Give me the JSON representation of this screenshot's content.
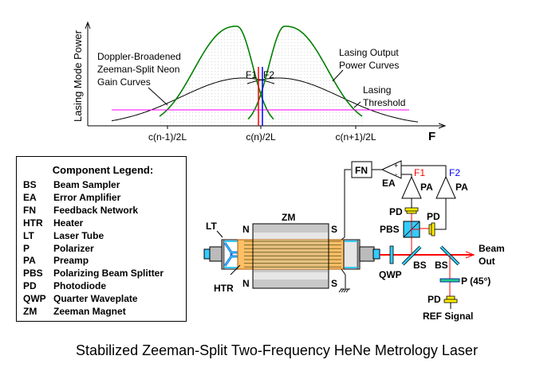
{
  "chart_data": {
    "type": "line",
    "title": "",
    "xlabel": "F",
    "ylabel": "Lasing Mode Power",
    "x_tick_labels": [
      "c(n-1)/2L",
      "c(n)/2L",
      "c(n+1)/2L"
    ],
    "series": [
      {
        "name": "Doppler-Broadened Zeeman-Split Neon Gain Curves",
        "color": "#000000",
        "kind": "gain",
        "count": 2
      },
      {
        "name": "Lasing Output Power Curves",
        "color": "#008000",
        "kind": "output",
        "count": 2
      },
      {
        "name": "Lasing Threshold",
        "color": "#ff00ff",
        "kind": "threshold"
      }
    ],
    "markers": [
      {
        "label": "F1",
        "color": "#ff0000"
      },
      {
        "label": "F2",
        "color": "#0000ff"
      }
    ],
    "annotations": [
      "Doppler-Broadened",
      "Zeeman-Split Neon",
      "Gain Curves",
      "Lasing Output",
      "Power Curves",
      "Lasing",
      "Threshold"
    ],
    "grid": false
  },
  "legend": {
    "title": "Component Legend:",
    "items": [
      {
        "abbr": "BS",
        "name": "Beam Sampler"
      },
      {
        "abbr": "EA",
        "name": "Error Amplifier"
      },
      {
        "abbr": "FN",
        "name": "Feedback Network"
      },
      {
        "abbr": "HTR",
        "name": "Heater"
      },
      {
        "abbr": "LT",
        "name": "Laser Tube"
      },
      {
        "abbr": "P",
        "name": "Polarizer"
      },
      {
        "abbr": "PA",
        "name": "Preamp"
      },
      {
        "abbr": "PBS",
        "name": "Polarizing Beam Splitter"
      },
      {
        "abbr": "PD",
        "name": "Photodiode"
      },
      {
        "abbr": "QWP",
        "name": "Quarter Waveplate"
      },
      {
        "abbr": "ZM",
        "name": "Zeeman Magnet"
      }
    ]
  },
  "diagram": {
    "zm": "ZM",
    "lt": "LT",
    "htr": "HTR",
    "n_top": "N",
    "n_bottom": "N",
    "s_top": "S",
    "s_bottom": "S",
    "fn": "FN",
    "ea": "EA",
    "ea_plus": "+",
    "ea_minus": "-",
    "f1": "F1",
    "f2": "F2",
    "pa1": "PA",
    "pa2": "PA",
    "pd1": "PD",
    "pd2": "PD",
    "pd3": "PD",
    "pbs": "PBS",
    "qwp": "QWP",
    "bs1": "BS",
    "bs2": "BS",
    "polarizer": "P (45°)",
    "ref_signal": "REF Signal",
    "beam_out_1": "Beam",
    "beam_out_2": "Out",
    "colors": {
      "f1": "#ff0000",
      "f2": "#0000ff",
      "beam": "#ff0000",
      "optic": "#33ccff",
      "detector": "#ffee00",
      "heater": "#ffbf66"
    }
  },
  "caption": "Stabilized Zeeman-Split Two-Frequency HeNe Metrology Laser"
}
